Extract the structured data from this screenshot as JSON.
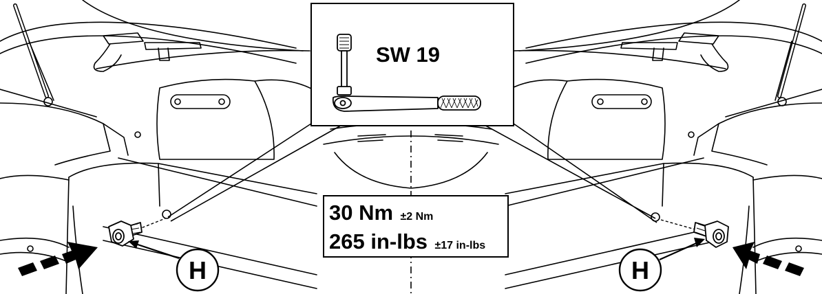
{
  "tool_callout": {
    "wrench_size": "SW 19",
    "icon": "socket-wrench-icon"
  },
  "torque": {
    "metric_value": "30 Nm",
    "metric_tolerance": "±2 Nm",
    "imperial_value": "265 in-lbs",
    "imperial_tolerance": "±17 in-lbs"
  },
  "markers": {
    "left_label": "H",
    "right_label": "H"
  },
  "colors": {
    "line": "#000000",
    "background": "#ffffff"
  }
}
